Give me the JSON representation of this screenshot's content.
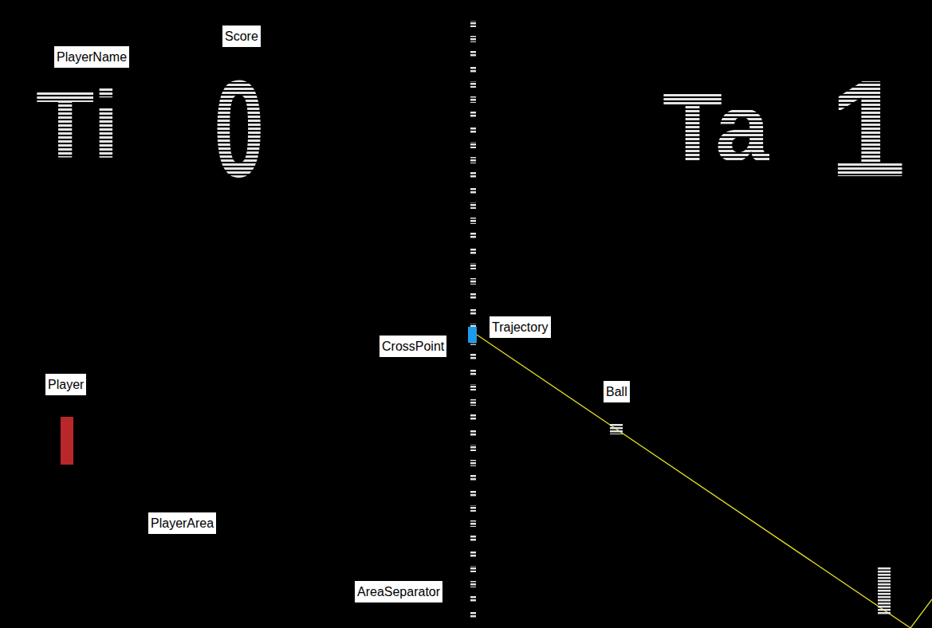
{
  "diagram": {
    "labels": [
      "PlayerName",
      "Score",
      "Ti",
      "0",
      "Ta",
      "1",
      "Trajectory",
      "CrossPoint",
      "Player",
      "Ball",
      "PlayerArea",
      "AreaSeparator"
    ]
  }
}
